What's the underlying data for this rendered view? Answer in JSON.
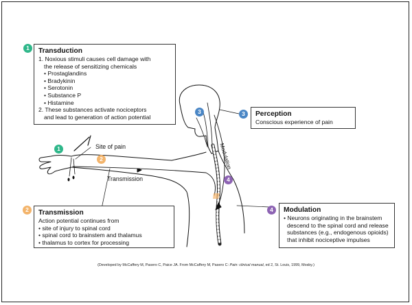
{
  "colors": {
    "transduction": "#2fb78a",
    "transmission": "#f3b46b",
    "perception": "#4a86c5",
    "modulation": "#8d63b3"
  },
  "transduction": {
    "number": "1",
    "title": "Transduction",
    "step1": "1. Noxious stimuli causes cell damage with",
    "step1_cont": "the release of sensitizing chemicals",
    "chemicals": [
      "• Prostaglandins",
      "• Bradykinin",
      "• Serotonin",
      "• Substance P",
      "• Histamine"
    ],
    "step2": "2. These substances activate nociceptors",
    "step2_cont": "and lead to generation of action potential"
  },
  "perception": {
    "number": "3",
    "title": "Perception",
    "text": "Conscious experience of pain"
  },
  "transmission": {
    "number": "2",
    "title": "Transmission",
    "intro": "Action potential continues from",
    "items": [
      "• site of injury to spinal cord",
      "• spinal cord to brainstem and thalamus",
      "• thalamus to cortex for processing"
    ]
  },
  "modulation": {
    "number": "4",
    "title": "Modulation",
    "lines": [
      "• Neurons originating in the brainstem",
      "descend to the spinal cord and release",
      "substances (e.g., endogenous opioids)",
      "that inhibit nociceptive impulses"
    ]
  },
  "labels": {
    "site_of_pain": "Site of pain",
    "transmission": "Transmission",
    "modulation": "Modulation"
  },
  "credit": {
    "before": "(Developed by McCaffery M, Pasero C, Paice JA. From McCaffery M, Pasero C: ",
    "italic": "Pain: clinical manual",
    "after": ", ed 2, St. Louis, 1999, Mosby.)"
  }
}
